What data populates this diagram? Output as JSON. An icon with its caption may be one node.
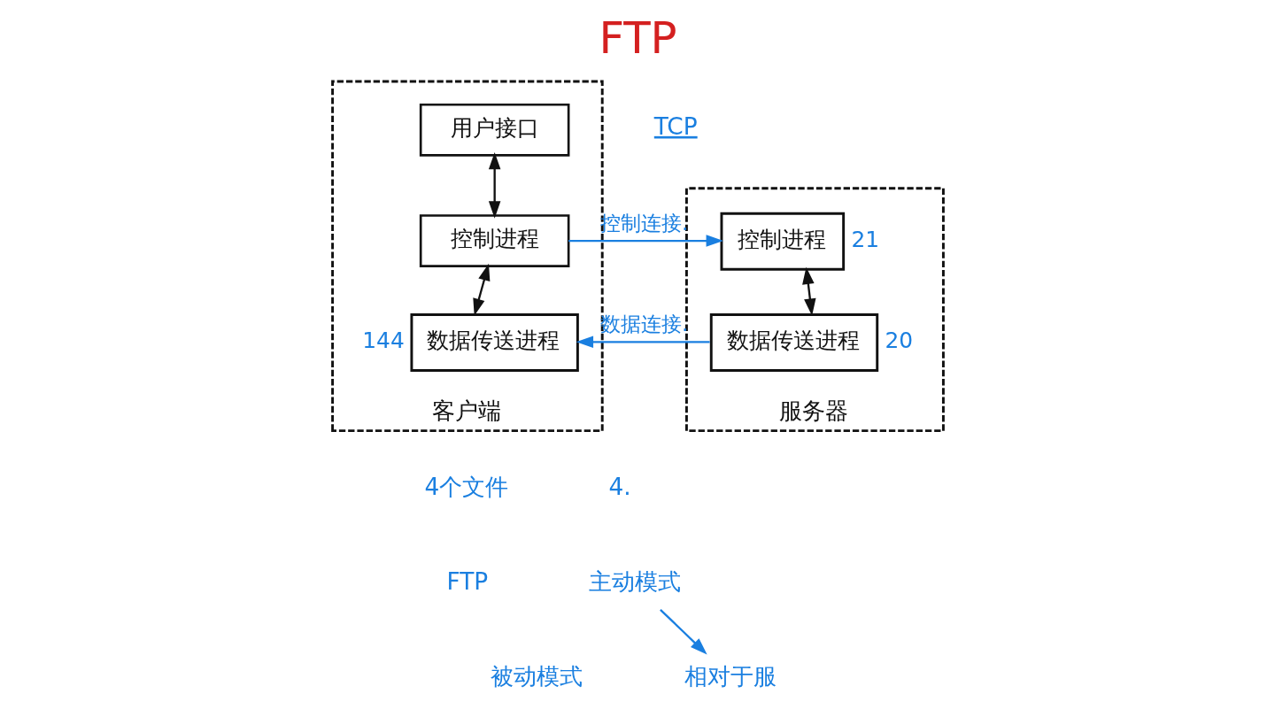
{
  "diagram": {
    "title": "FTP",
    "nodes": [
      {
        "text": [
          "客户端"
        ]
      },
      {
        "text": [
          "用户接口"
        ],
        "in": 0
      },
      {
        "text": [
          "控制进程"
        ],
        "in": 0
      },
      {
        "text": [
          "数据传送进程"
        ],
        "in": 0,
        "beside": [
          "144"
        ]
      },
      {
        "text": [
          "服务器"
        ]
      },
      {
        "text": [
          "控制进程"
        ],
        "in": 4,
        "beside": [
          "21"
        ]
      },
      {
        "text": [
          "数据传送进程"
        ],
        "in": 4,
        "beside": [
          "20"
        ]
      },
      {
        "text": [
          "主动模式"
        ]
      },
      {
        "text": [
          "相对于服"
        ]
      }
    ],
    "edges": [
      {
        "from": 1,
        "to": 2,
        "arrow": "both"
      },
      {
        "from": 2,
        "to": 3,
        "arrow": "both"
      },
      {
        "from": 2,
        "to": 5,
        "arrow": "to",
        "label": "控制连接.",
        "color": "#1a7fe0"
      },
      {
        "from": 5,
        "to": 6,
        "arrow": "both"
      },
      {
        "from": 6,
        "to": 3,
        "arrow": "to",
        "label": "数据连接.",
        "color": "#1a7fe0"
      },
      {
        "from": 7,
        "to": 8,
        "arrow": "to",
        "color": "#1a7fe0"
      }
    ],
    "labels": [
      "TCP",
      "4个文件",
      "4.",
      "FTP",
      "被动模式"
    ]
  }
}
